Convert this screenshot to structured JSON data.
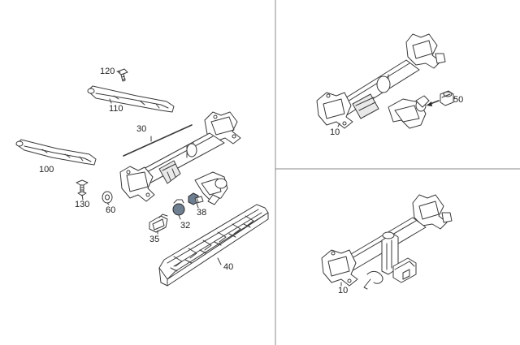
{
  "callouts": {
    "p120": "120",
    "p110": "110",
    "p30": "30",
    "p100": "100",
    "p130": "130",
    "p60": "60",
    "p32": "32",
    "p38": "38",
    "p35": "35",
    "p40": "40",
    "p50": "50",
    "p10_top": "10",
    "p10_bottom": "10"
  },
  "colors": {
    "line": "#3a3a3a",
    "metal_part": "#6f7f92",
    "divider": "#8a8a8a"
  }
}
